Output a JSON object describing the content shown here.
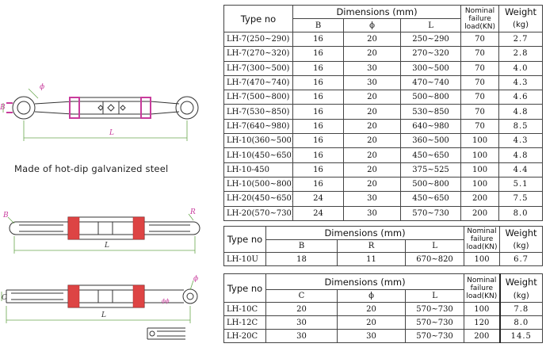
{
  "caption": "Made of hot-dip galvanized steel",
  "drawings": {
    "top": {
      "labels": [
        "ϕ",
        "B",
        "L"
      ]
    },
    "middle": {
      "labels": [
        "B",
        "R",
        "L"
      ]
    },
    "bottom": {
      "labels": [
        "ϕ",
        "C",
        "L",
        "ϕϕ"
      ]
    }
  },
  "table1": {
    "headers": {
      "type_no": "Type no",
      "dimensions": "Dimensions (mm)",
      "nominal": "Nominal failure load(KN)",
      "weight": "Weight",
      "weight_unit": "(kg)",
      "cols": [
        "B",
        "ϕ",
        "L"
      ]
    },
    "rows": [
      {
        "type": "LH-7(250~290)",
        "b": "16",
        "phi": "20",
        "l": "250~290",
        "load": "70",
        "weight": "2.7"
      },
      {
        "type": "LH-7(270~320)",
        "b": "16",
        "phi": "20",
        "l": "270~320",
        "load": "70",
        "weight": "2.8"
      },
      {
        "type": "LH-7(300~500)",
        "b": "16",
        "phi": "30",
        "l": "300~500",
        "load": "70",
        "weight": "4.0"
      },
      {
        "type": "LH-7(470~740)",
        "b": "16",
        "phi": "30",
        "l": "470~740",
        "load": "70",
        "weight": "4.3"
      },
      {
        "type": "LH-7(500~800)",
        "b": "16",
        "phi": "20",
        "l": "500~800",
        "load": "70",
        "weight": "4.6"
      },
      {
        "type": "LH-7(530~850)",
        "b": "16",
        "phi": "20",
        "l": "530~850",
        "load": "70",
        "weight": "4.8"
      },
      {
        "type": "LH-7(640~980)",
        "b": "16",
        "phi": "20",
        "l": "640~980",
        "load": "70",
        "weight": "8.5"
      },
      {
        "type": "LH-10(360~500)",
        "b": "16",
        "phi": "20",
        "l": "360~500",
        "load": "100",
        "weight": "4.3"
      },
      {
        "type": "LH-10(450~650)",
        "b": "16",
        "phi": "20",
        "l": "450~650",
        "load": "100",
        "weight": "4.8"
      },
      {
        "type": "LH-10-450",
        "b": "16",
        "phi": "20",
        "l": "375~525",
        "load": "100",
        "weight": "4.4"
      },
      {
        "type": "LH-10(500~800)",
        "b": "16",
        "phi": "20",
        "l": "500~800",
        "load": "100",
        "weight": "5.1"
      },
      {
        "type": "LH-20(450~650)",
        "b": "24",
        "phi": "30",
        "l": "450~650",
        "load": "200",
        "weight": "7.5"
      },
      {
        "type": "LH-20(570~730)",
        "b": "24",
        "phi": "30",
        "l": "570~730",
        "load": "200",
        "weight": "8.0"
      }
    ]
  },
  "table2": {
    "headers": {
      "type_no": "Type no",
      "dimensions": "Dimensions (mm)",
      "nominal": "Nominal failure load(KN)",
      "weight": "Weight",
      "weight_unit": "(kg)",
      "cols": [
        "B",
        "R",
        "L"
      ]
    },
    "rows": [
      {
        "type": "LH-10U",
        "c1": "18",
        "c2": "11",
        "l": "670~820",
        "load": "100",
        "weight": "6.7"
      }
    ]
  },
  "table3": {
    "headers": {
      "type_no": "Type no",
      "dimensions": "Dimensions (mm)",
      "nominal": "Nominal failure load(KN)",
      "weight": "Weight",
      "weight_unit": "(kg)",
      "cols": [
        "C",
        "ϕ",
        "L"
      ]
    },
    "rows": [
      {
        "type": "LH-10C",
        "c1": "20",
        "c2": "20",
        "l": "570~730",
        "load": "100",
        "weight": "7.8"
      },
      {
        "type": "LH-12C",
        "c1": "30",
        "c2": "20",
        "l": "570~730",
        "load": "120",
        "weight": "8.0"
      },
      {
        "type": "LH-20C",
        "c1": "30",
        "c2": "30",
        "l": "570~730",
        "load": "200",
        "weight": "14.5"
      }
    ]
  }
}
